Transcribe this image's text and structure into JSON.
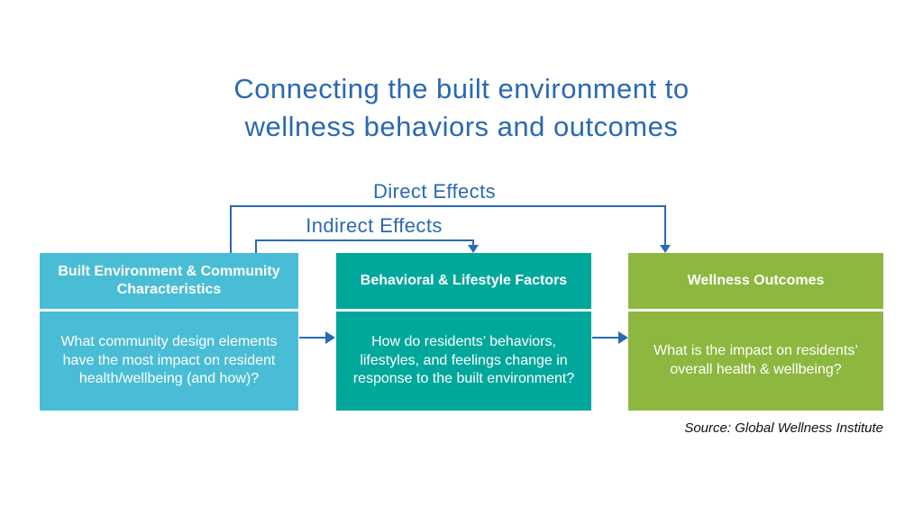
{
  "title": {
    "line1": "Connecting the built environment to",
    "line2": "wellness behaviors and outcomes"
  },
  "connectors": {
    "direct_label": "Direct Effects",
    "indirect_label": "Indirect Effects"
  },
  "boxes": [
    {
      "header": "Built Environment & Community Characteristics",
      "body": "What community design elements have the most impact on resident health/wellbeing (and how)?",
      "color": "#4ABDD6"
    },
    {
      "header": "Behavioral & Lifestyle Factors",
      "body": "How do residents’ behaviors, lifestyles, and feelings change in response to the built environment?",
      "color": "#00A79B"
    },
    {
      "header": "Wellness Outcomes",
      "body": "What is the impact on residents’ overall health & wellbeing?",
      "color": "#8DB73F"
    }
  ],
  "source": "Source: Global Wellness Institute",
  "colors": {
    "title_blue": "#2A69B3",
    "arrow_blue": "#2A69B3",
    "box1_cyan": "#4ABDD6",
    "box2_teal": "#00A79B",
    "box3_green": "#8DB73F",
    "box_text": "#FFFFFF"
  }
}
